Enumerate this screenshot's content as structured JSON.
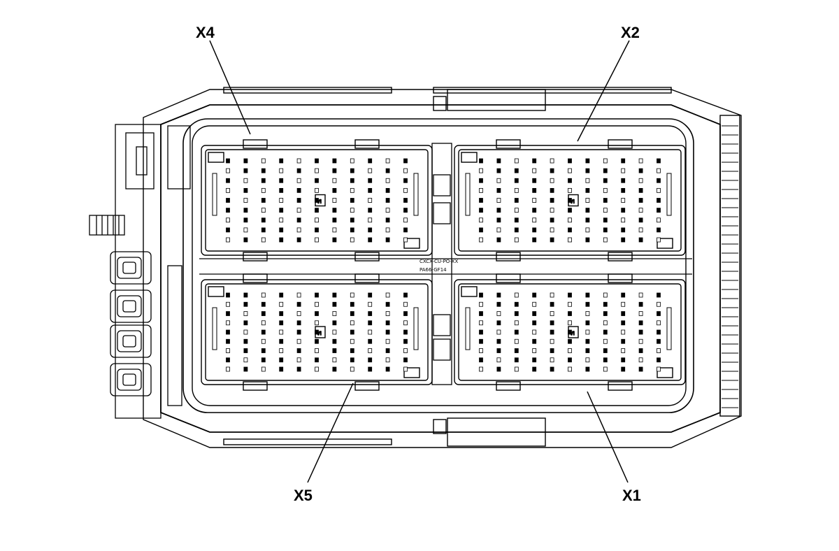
{
  "labels": {
    "x1": "X1",
    "x2": "X2",
    "x4": "X4",
    "x5": "X5"
  },
  "module_texts": {
    "part_code": "PA66-GF14",
    "material_code": "CXCX-CU-PO-XX",
    "level_mark": "VI"
  },
  "colors": {
    "line": "#000000",
    "background": "#ffffff"
  }
}
